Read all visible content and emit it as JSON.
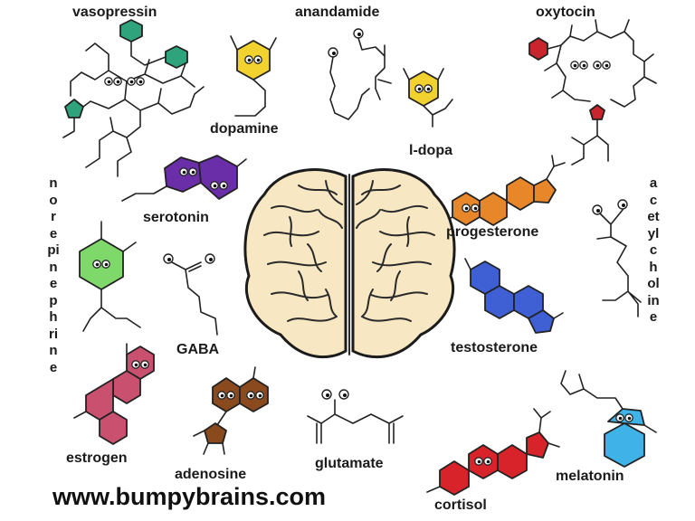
{
  "labels": {
    "vasopressin": "vasopressin",
    "anandamide": "anandamide",
    "oxytocin": "oxytocin",
    "dopamine": "dopamine",
    "ldopa": "l-dopa",
    "serotonin": "serotonin",
    "progesterone": "progesterone",
    "norepinephrine": "norepinephrine",
    "acetylcholine": "acetylcholine",
    "gaba": "GABA",
    "testosterone": "testosterone",
    "estrogen": "estrogen",
    "adenosine": "adenosine",
    "glutamate": "glutamate",
    "melatonin": "melatonin",
    "cortisol": "cortisol"
  },
  "footer": "www.bumpybrains.com",
  "colors": {
    "vasopressin": "#2fa37c",
    "dopamine": "#f2d22e",
    "ldopa": "#f2d22e",
    "oxytocin": "#c8252c",
    "serotonin": "#6a2fa8",
    "norepinephrine": "#7fd86a",
    "progesterone": "#e8862a",
    "testosterone": "#3f5fd4",
    "estrogen": "#c9506e",
    "adenosine": "#8a4a1e",
    "cortisol": "#d8232a",
    "melatonin": "#3fb3e8",
    "brain": "#f7e7c3"
  }
}
